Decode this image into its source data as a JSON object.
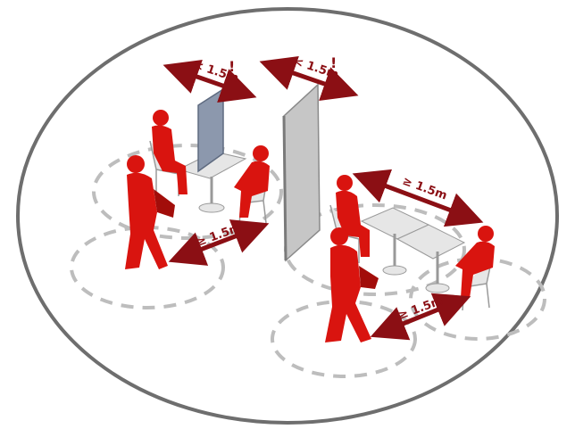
{
  "colors": {
    "person": "#d9140f",
    "person_dark": "#a20d0a",
    "arrow": "#8b0f14",
    "ring": "#bdbdbd",
    "ellipse": "#6e6e6e",
    "screen": "#8c98ad",
    "panel": "#c6c6c6",
    "table": "#e6e6e6"
  },
  "labels": {
    "screen_gap": "< 1.5m",
    "screen_mark": "!",
    "panel_gap": "< 1.5m",
    "panel_mark": "!",
    "table_gap": "≥ 1.5m",
    "walker_left_gap": "≥ 1.5m",
    "walker_right_gap": "≥ 1.5m"
  }
}
